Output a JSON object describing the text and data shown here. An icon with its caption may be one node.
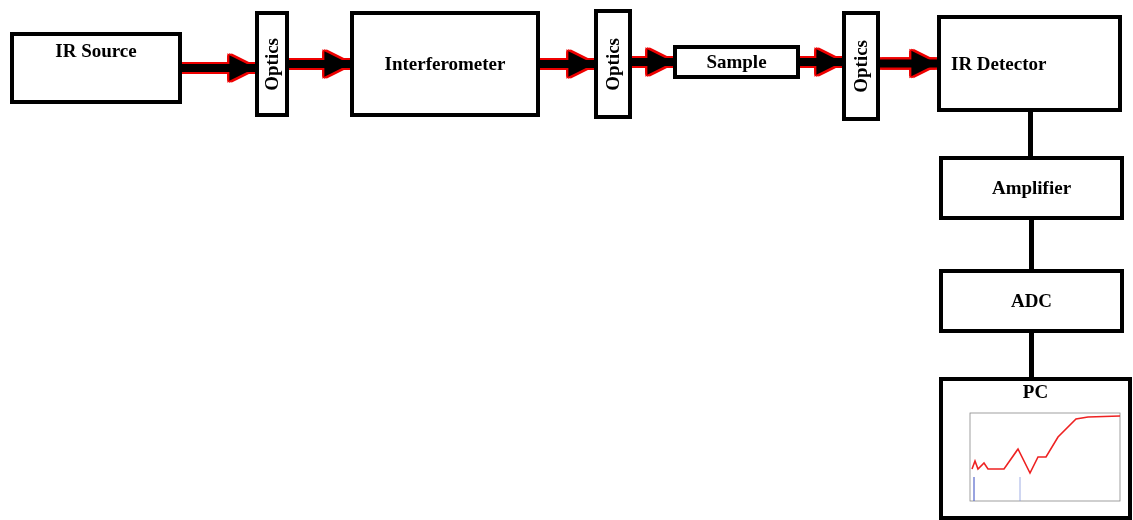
{
  "diagram": {
    "nodes": [
      {
        "text": [
          "IR Source"
        ]
      },
      {
        "text": [
          "Optics"
        ]
      },
      {
        "text": [
          "Interferometer"
        ]
      },
      {
        "text": [
          "Optics"
        ]
      },
      {
        "text": [
          "Sample"
        ]
      },
      {
        "text": [
          "Optics"
        ]
      },
      {
        "text": [
          "IR Detector"
        ]
      },
      {
        "text": [
          "Amplifier"
        ]
      },
      {
        "text": [
          "ADC"
        ]
      },
      {
        "text": [
          "PC"
        ]
      }
    ],
    "edges": [
      {
        "from": 0,
        "to": 1,
        "arrow": "to"
      },
      {
        "from": 1,
        "to": 2,
        "arrow": "to"
      },
      {
        "from": 2,
        "to": 3,
        "arrow": "to"
      },
      {
        "from": 3,
        "to": 4,
        "arrow": "to"
      },
      {
        "from": 4,
        "to": 5,
        "arrow": "to"
      },
      {
        "from": 5,
        "to": 6,
        "arrow": "to"
      },
      {
        "from": 6,
        "to": 7,
        "arrow": "none",
        "color": "#000000"
      },
      {
        "from": 7,
        "to": 8,
        "arrow": "none",
        "color": "#000000"
      },
      {
        "from": 8,
        "to": 9,
        "arrow": "none",
        "color": "#000000"
      }
    ]
  }
}
